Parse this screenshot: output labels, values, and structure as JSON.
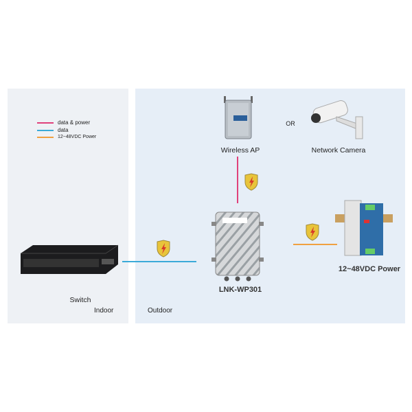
{
  "legend": [
    {
      "label": "data & power",
      "color": "#e0407a"
    },
    {
      "label": "data",
      "color": "#3aaad8"
    },
    {
      "label": "12~48VDC Power",
      "color": "#f0a040"
    }
  ],
  "zones": {
    "indoor": "Indoor",
    "outdoor": "Outdoor"
  },
  "devices": {
    "wireless_ap": "Wireless AP",
    "or": "OR",
    "camera": "Network Camera",
    "switch": "Switch",
    "extender": "LNK-WP301",
    "power": "12~48VDC Power"
  },
  "colors": {
    "data_power": "#e0407a",
    "data": "#3aaad8",
    "power": "#f0a040",
    "shield": "#e8c43a"
  }
}
